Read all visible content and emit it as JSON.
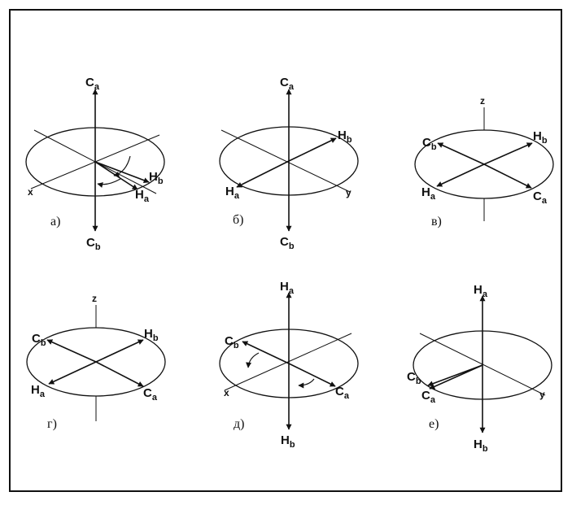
{
  "panels": [
    {
      "caption": "а)",
      "labels": {
        "top": [
          "C",
          "a"
        ],
        "bottom": [
          "C",
          "b"
        ],
        "hb": [
          "H",
          "b"
        ],
        "ha": [
          "H",
          "a"
        ],
        "axis": "x"
      }
    },
    {
      "caption": "б)",
      "labels": {
        "top": [
          "C",
          "a"
        ],
        "bottom": [
          "C",
          "b"
        ],
        "hb": [
          "H",
          "b"
        ],
        "ha": [
          "H",
          "a"
        ],
        "axis": "y"
      }
    },
    {
      "caption": "в)",
      "labels": {
        "z": "z",
        "cb": [
          "C",
          "b"
        ],
        "hb": [
          "H",
          "b"
        ],
        "ha": [
          "H",
          "a"
        ],
        "ca": [
          "C",
          "a"
        ]
      }
    },
    {
      "caption": "г)",
      "labels": {
        "z": "z",
        "cb": [
          "C",
          "b"
        ],
        "hb": [
          "H",
          "b"
        ],
        "ha": [
          "H",
          "a"
        ],
        "ca": [
          "C",
          "a"
        ]
      }
    },
    {
      "caption": "д)",
      "labels": {
        "top": [
          "H",
          "a"
        ],
        "bottom": [
          "H",
          "b"
        ],
        "cb": [
          "C",
          "b"
        ],
        "ca": [
          "C",
          "a"
        ],
        "axis": "x"
      }
    },
    {
      "caption": "е)",
      "labels": {
        "top": [
          "H",
          "a"
        ],
        "bottom": [
          "H",
          "b"
        ],
        "cb": [
          "C",
          "b"
        ],
        "ca": [
          "C",
          "a"
        ],
        "axis": "y"
      }
    }
  ]
}
